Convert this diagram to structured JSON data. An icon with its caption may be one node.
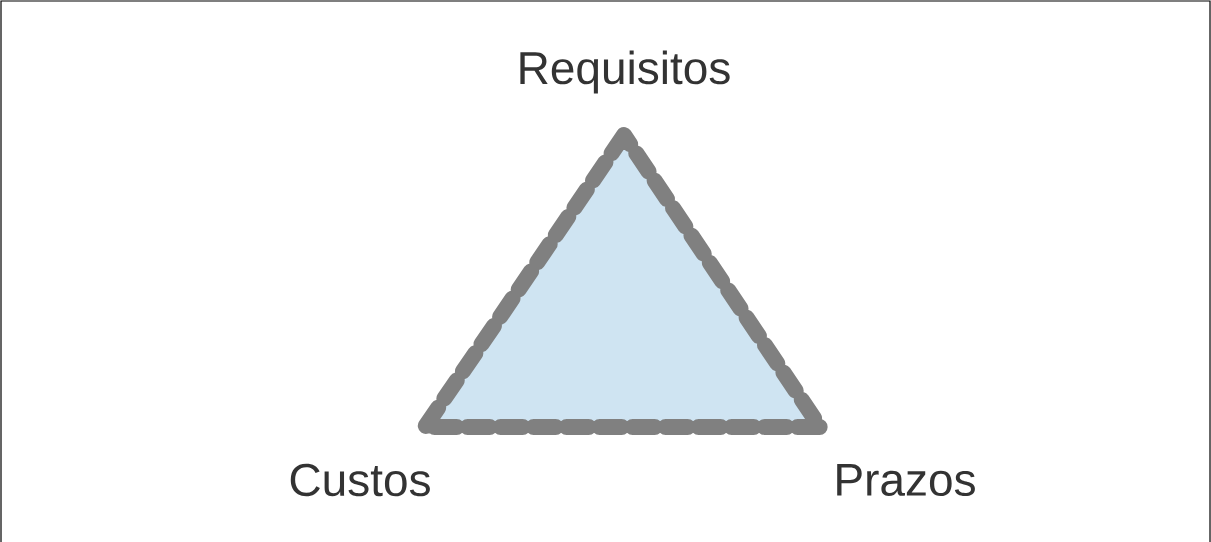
{
  "diagram": {
    "nodes": [
      {
        "text": [],
        "shape": "triangle"
      }
    ],
    "labels": [
      "Requisitos",
      "Custos",
      "Prazos"
    ]
  }
}
